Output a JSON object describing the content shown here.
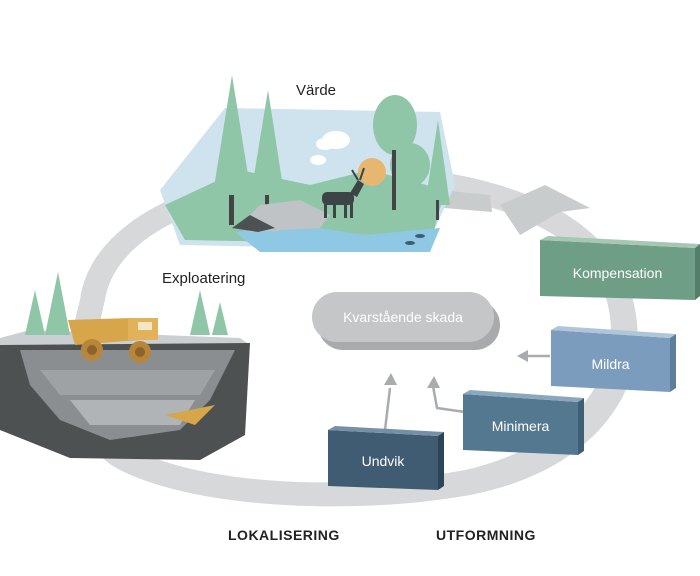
{
  "labels": {
    "varde": "Värde",
    "exploatering": "Exploatering",
    "kvarstaende": "Kvarstående skada",
    "kompensation": "Kompensation",
    "mildra": "Mildra",
    "minimera": "Minimera",
    "undvik": "Undvik",
    "lokalisering": "LOKALISERING",
    "utformning": "UTFORMNING"
  },
  "colors": {
    "loop_gray": "#d6d8d9",
    "forest_green": "#8fc6a8",
    "dark_green": "#5e9c80",
    "sky": "#cfe3ee",
    "water": "#8fc8e3",
    "rock_dark": "#4e5152",
    "rock_mid": "#8a8e90",
    "truck": "#d7a54a",
    "kompensation_box": "#6f9e86",
    "mildra_box": "#7c9cbd",
    "minimera_box": "#557891",
    "undvik_box": "#3f5c73",
    "residual_pill": "#a8aaab"
  }
}
